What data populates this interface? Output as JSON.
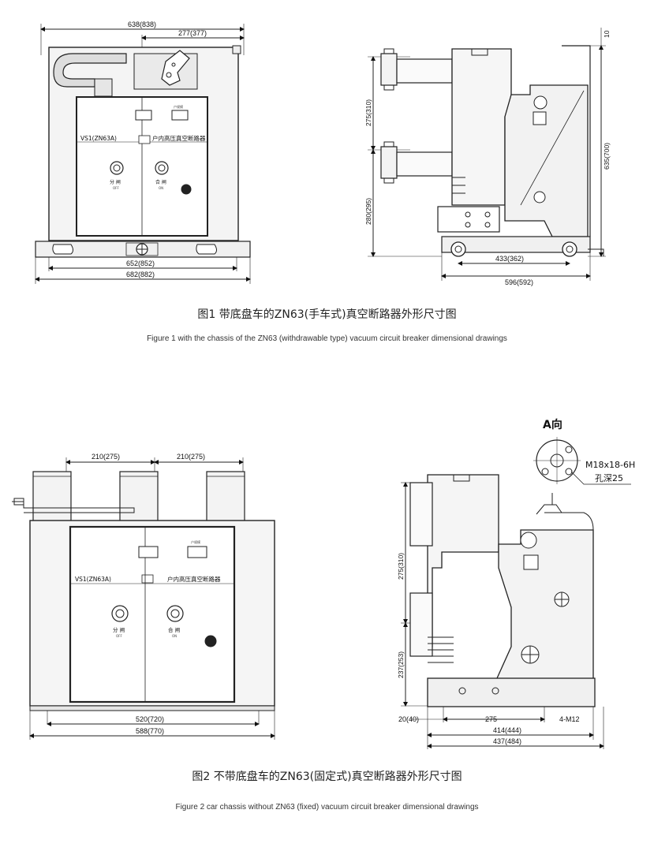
{
  "figure1": {
    "caption_cn": "图1 带底盘车的ZN63(手车式)真空断路器外形尺寸图",
    "caption_en": "Figure 1 with the chassis of the ZN63 (withdrawable type) vacuum circuit breaker dimensional drawings",
    "front": {
      "dim_top": "638(838)",
      "dim_top_right": "277(377)",
      "dim_bottom_inner": "652(852)",
      "dim_bottom_outer": "682(882)",
      "model": "VS1(ZN63A)",
      "title": "户内高压真空断路器",
      "off_cn": "分 闸",
      "off_en": "OFF",
      "on_cn": "合 闸",
      "on_en": "ON",
      "counter_label": "户规模"
    },
    "side": {
      "dim_top_right": "10",
      "dim_upper": "275(310)",
      "dim_lower": "280(295)",
      "dim_height": "635(700)",
      "dim_wheel": "433(362)",
      "dim_bottom": "596(592)"
    }
  },
  "figure2": {
    "caption_cn": "图2 不带底盘车的ZN63(固定式)真空断路器外形尺寸图",
    "caption_en": "Figure 2 car chassis without ZN63 (fixed) vacuum circuit breaker dimensional drawings",
    "front": {
      "dim_pole_left": "210(275)",
      "dim_pole_right": "210(275)",
      "dim_inner": "520(720)",
      "dim_outer": "588(770)",
      "model": "VS1(ZN63A)",
      "title": "户内高压真空断路器",
      "off_cn": "分 闸",
      "off_en": "OFF",
      "on_cn": "合 闸",
      "on_en": "ON",
      "counter_label": "户规模"
    },
    "side": {
      "view_label": "A向",
      "thread_spec": "M18x18-6H",
      "hole_depth": "孔深25",
      "dim_upper": "275(310)",
      "dim_lower": "237(253)",
      "dim_base_left": "20(40)",
      "dim_base_mid": "275",
      "dim_holes": "4-M12",
      "dim_depth1": "414(444)",
      "dim_depth2": "437(484)"
    }
  }
}
